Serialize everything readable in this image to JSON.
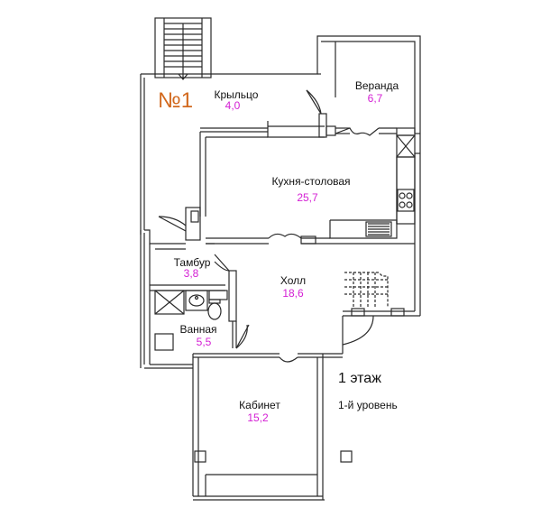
{
  "plan_number": "№1",
  "floor_title": "1 этаж",
  "floor_level": "1-й уровень",
  "colors": {
    "wall": "#2a2a2a",
    "label": "#111111",
    "area": "#d41fd4",
    "plan_number": "#d2691e"
  },
  "rooms": [
    {
      "key": "porch",
      "name": "Крыльцо",
      "area": "4,0"
    },
    {
      "key": "veranda",
      "name": "Веранда",
      "area": "6,7"
    },
    {
      "key": "kitchen",
      "name": "Кухня-столовая",
      "area": "25,7"
    },
    {
      "key": "vestibule",
      "name": "Тамбур",
      "area": "3,8"
    },
    {
      "key": "hall",
      "name": "Холл",
      "area": "18,6"
    },
    {
      "key": "bathroom",
      "name": "Ванная",
      "area": "5,5"
    },
    {
      "key": "study",
      "name": "Кабинет",
      "area": "15,2"
    }
  ]
}
